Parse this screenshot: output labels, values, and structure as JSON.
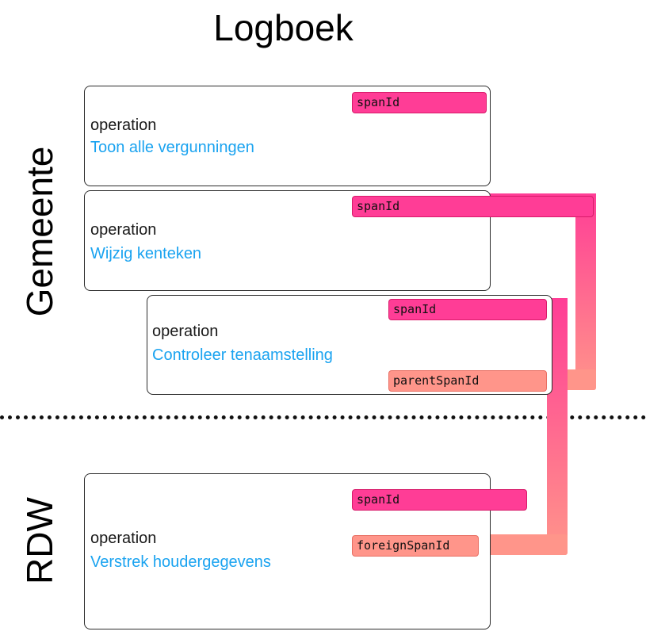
{
  "title": "Logboek",
  "lanes": {
    "top": "Gemeente",
    "bottom": "RDW"
  },
  "boxes": [
    {
      "operation_label": "operation",
      "operation_name": "Toon alle vergunningen",
      "span_tag": "spanId"
    },
    {
      "operation_label": "operation",
      "operation_name": "Wijzig kenteken",
      "span_tag": "spanId"
    },
    {
      "operation_label": "operation",
      "operation_name": "Controleer tenaamstelling",
      "span_tag": "spanId",
      "parent_tag": "parentSpanId"
    },
    {
      "operation_label": "operation",
      "operation_name": "Verstrek houdergegevens",
      "span_tag": "spanId",
      "foreign_tag": "foreignSpanId"
    }
  ],
  "colors": {
    "span": "#ff3d96",
    "parent": "#ff958a",
    "operation_name": "#1aa3f0"
  }
}
